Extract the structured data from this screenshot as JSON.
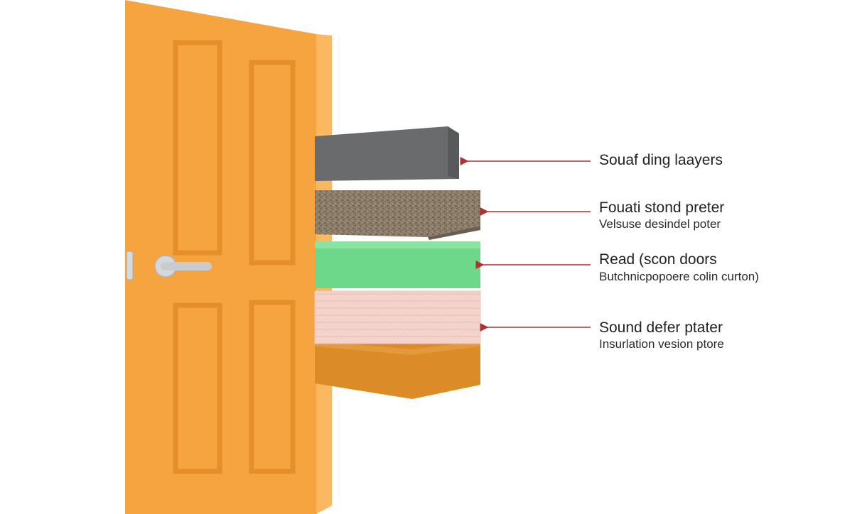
{
  "colors": {
    "door": "#F5A43F",
    "door_edge": "#F9B861",
    "door_panel_stroke": "#E48F2A",
    "handle": "#C9CBCE",
    "arrow": "#B0312F",
    "layer_gray": "#6A6B6C",
    "layer_brown": "#8A7A68",
    "layer_green": "#6ED88A",
    "layer_pink": "#F3D3CB",
    "layer_orange": "#DB8C28"
  },
  "icons": [
    "door-handle-icon",
    "arrow-left-icon"
  ],
  "labels": [
    {
      "main": "Souaf ding laayers",
      "sub": ""
    },
    {
      "main": "Fouati stond preter",
      "sub": "Velsuse desindel poter"
    },
    {
      "main": "Read (scon doors",
      "sub": "Butchnicpopoere colin curton)"
    },
    {
      "main": "Sound defer ptater",
      "sub": "Insurlation vesion ptore"
    }
  ]
}
